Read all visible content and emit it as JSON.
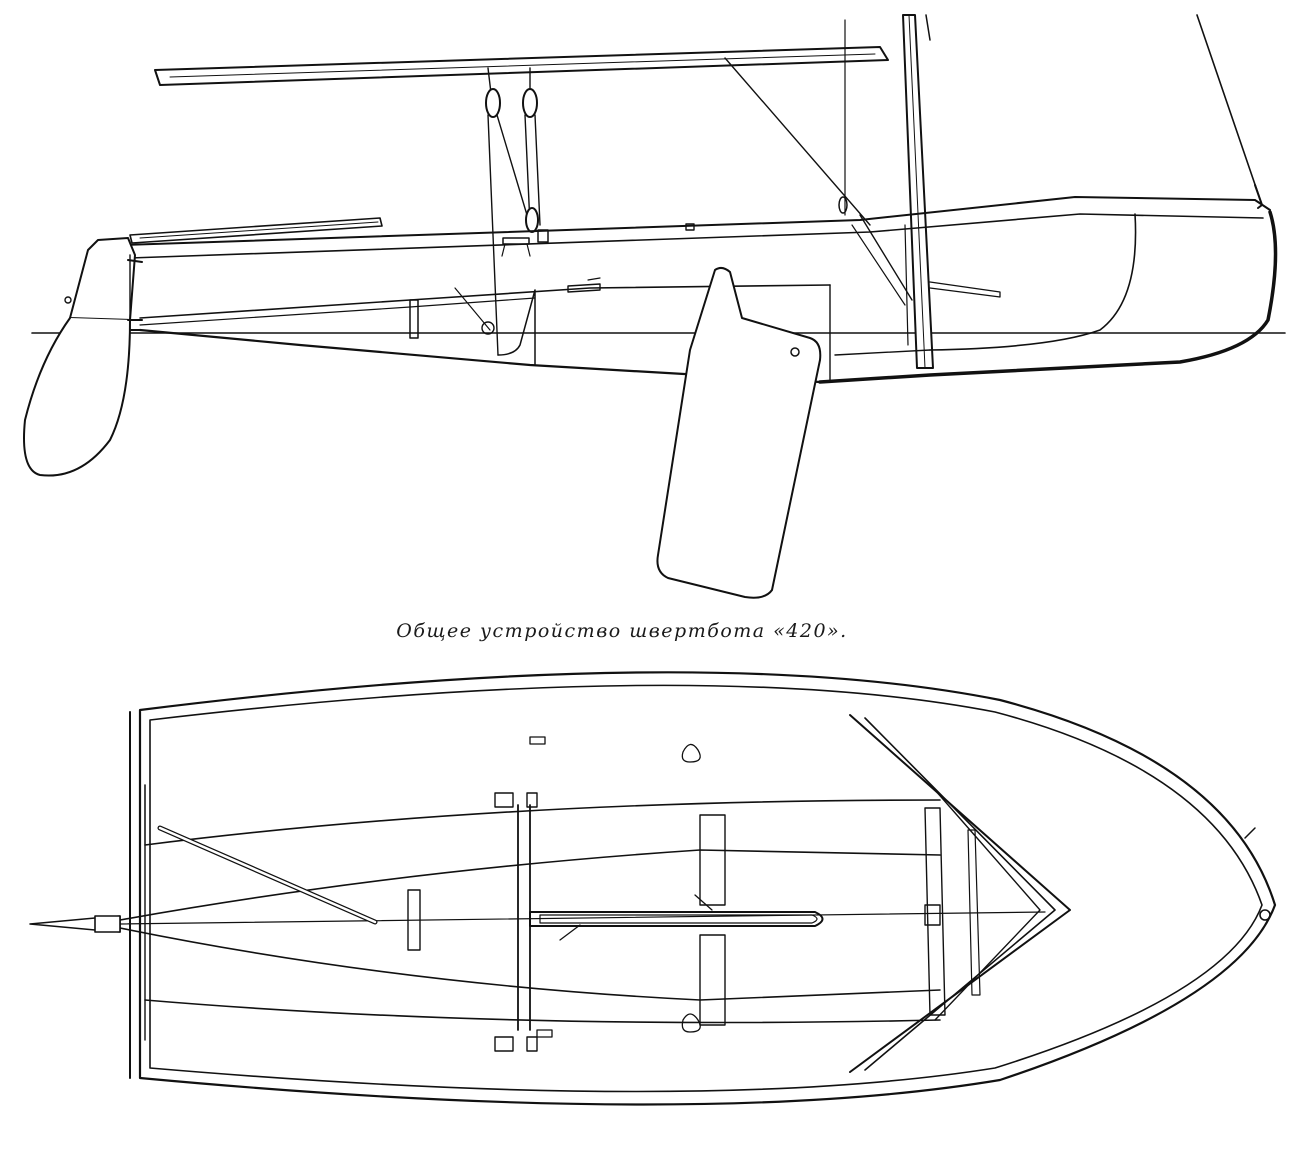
{
  "figure": {
    "caption": "Общее устройство швертбота «420».",
    "views": [
      {
        "id": "side-view"
      },
      {
        "id": "plan-view"
      }
    ],
    "colors": {
      "ink": "#111111",
      "paper": "#ffffff"
    }
  }
}
